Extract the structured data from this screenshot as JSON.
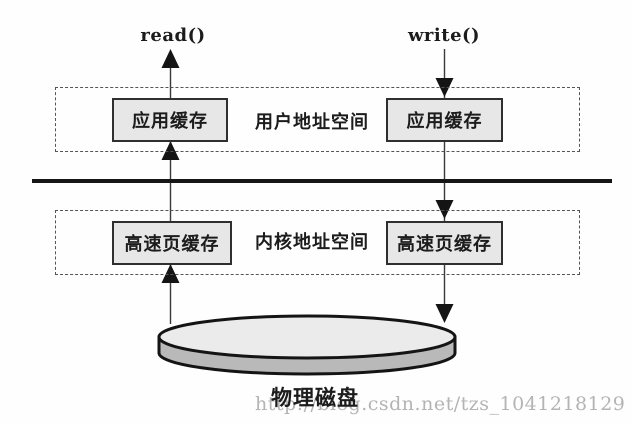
{
  "diagram": {
    "read_label": "read()",
    "write_label": "write()",
    "user_space_label": "用户地址空间",
    "kernel_space_label": "内核地址空间",
    "user_read_buffer": "应用缓存",
    "user_write_buffer": "应用缓存",
    "kernel_read_cache": "高速页缓存",
    "kernel_write_cache": "高速页缓存",
    "disk_label": "物理磁盘",
    "watermark": "http://blog.csdn.net/tzs_1041218129"
  },
  "flows": {
    "read_path": [
      "物理磁盘",
      "高速页缓存",
      "应用缓存",
      "read()"
    ],
    "write_path": [
      "write()",
      "应用缓存",
      "高速页缓存",
      "物理磁盘"
    ]
  },
  "colors": {
    "background": "#fefefe",
    "box_fill": "#e7e7e7",
    "box_border": "#2f2f2f",
    "line": "#3a3a3a",
    "arrow_fill": "#141414",
    "divider": "#161616",
    "dashed_border": "#555555",
    "disk_top_fill": "#ebebeb",
    "disk_side_fill": "#b9b9b9",
    "disk_stroke": "#141414",
    "watermark_color": "#b4b4b4",
    "text": "#1c1c1c"
  }
}
